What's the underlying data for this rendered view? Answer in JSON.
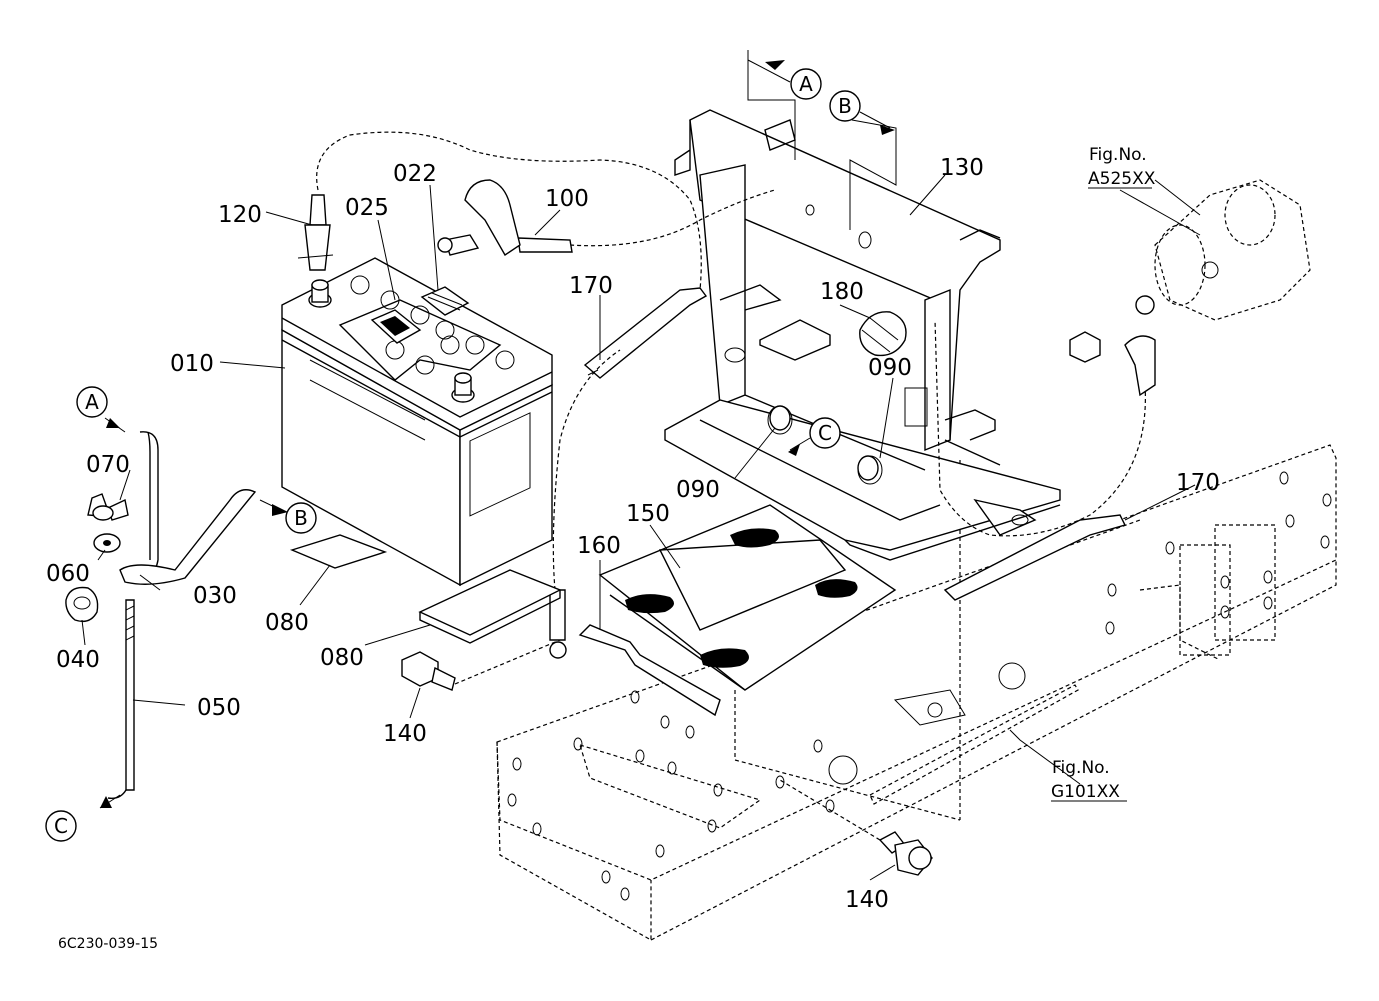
{
  "labels": {
    "p010": "010",
    "p022": "022",
    "p025": "025",
    "p030": "030",
    "p040": "040",
    "p050": "050",
    "p060": "060",
    "p070": "070",
    "p080a": "080",
    "p080b": "080",
    "p090a": "090",
    "p090b": "090",
    "p100": "100",
    "p120": "120",
    "p130": "130",
    "p140a": "140",
    "p140b": "140",
    "p150": "150",
    "p160": "160",
    "p170a": "170",
    "p170b": "170",
    "p180": "180"
  },
  "markers": {
    "a_top": "A",
    "b_top": "B",
    "a_left": "A",
    "b_mid": "B",
    "c_mid": "C",
    "c_bottom": "C"
  },
  "figure_refs": {
    "starter_label": "Fig.No.",
    "starter_code": "A525XX",
    "frame_label": "Fig.No.",
    "frame_code": "G101XX"
  },
  "drawing_code": "6C230-039-15"
}
